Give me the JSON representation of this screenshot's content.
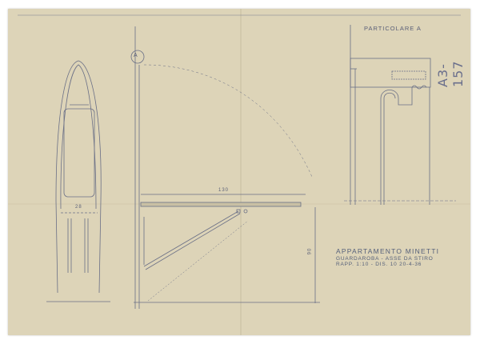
{
  "drawing": {
    "detail_label": "PARTICOLARE A",
    "detail_marker": "A",
    "archive_code": "A3-157",
    "dimensions": {
      "board_width": "28",
      "shelf_length": "130",
      "height": "90"
    },
    "title_block": {
      "project": "APPARTAMENTO MINETTI",
      "subject": "GUARDAROBA - ASSE DA STIRO",
      "scale_date": "RAPP. 1:10 - DIS. 10 20-4-36"
    },
    "colors": {
      "paper": "#ddd4b8",
      "ink": "#5a5f78",
      "fold": "#cfc6aa"
    }
  }
}
